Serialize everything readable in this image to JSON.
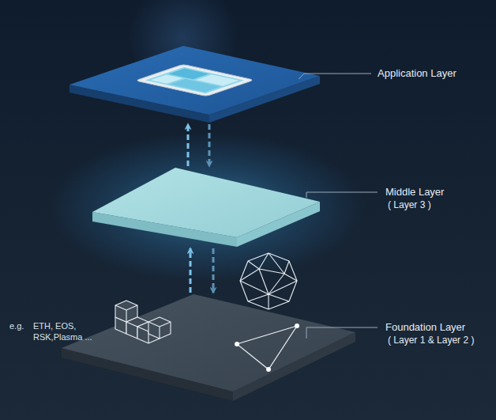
{
  "diagram": {
    "nodes": [
      {
        "text": [
          "Application Layer"
        ]
      },
      {
        "text": [
          "Middle Layer",
          "( Layer 3 )"
        ]
      },
      {
        "text": [
          "Foundation Layer",
          "( Layer 1 & Layer 2 )"
        ]
      }
    ],
    "edges": [
      {
        "from": 1,
        "to": 0,
        "arrow": "to"
      },
      {
        "from": 0,
        "to": 1,
        "arrow": "to"
      },
      {
        "from": 2,
        "to": 1,
        "arrow": "to"
      },
      {
        "from": 1,
        "to": 2,
        "arrow": "to"
      }
    ],
    "labels": [
      "e.g.",
      "ETH, EOS, RSK,Plasma ..."
    ]
  }
}
